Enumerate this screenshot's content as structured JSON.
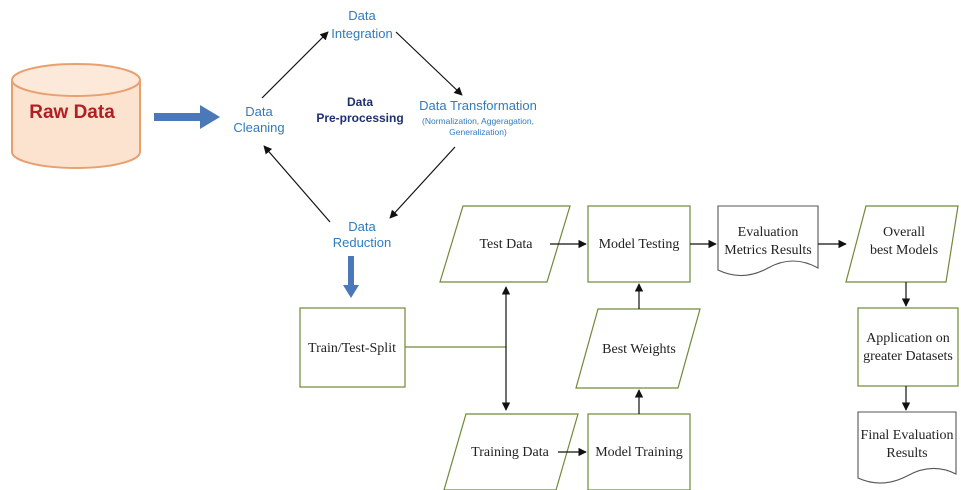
{
  "raw_data": {
    "label": "Raw Data"
  },
  "preprocessing": {
    "center_line1": "Data",
    "center_line2": "Pre-processing",
    "integration": [
      "Data",
      "Integration"
    ],
    "cleaning": [
      "Data",
      "Cleaning"
    ],
    "transformation_title": "Data Transformation",
    "transformation_detail": [
      "(Normalization, Aggeragation,",
      "Generalization)"
    ],
    "reduction": [
      "Data",
      "Reduction"
    ]
  },
  "pipeline": {
    "train_test_split": "Train/Test-Split",
    "test_data": "Test Data",
    "training_data": "Training Data",
    "model_testing": "Model Testing",
    "model_training": "Model Training",
    "best_weights": "Best Weights",
    "evaluation": [
      "Evaluation",
      "Metrics Results"
    ],
    "overall_best": [
      "Overall",
      "best Models"
    ],
    "application": [
      "Application on",
      "greater Datasets"
    ],
    "final_evaluation": [
      "Final Evaluation",
      "Results"
    ]
  },
  "colors": {
    "raw_fill": "#fbe3cf",
    "raw_stroke": "#e8a070",
    "raw_text": "#b01f24",
    "big_arrow": "#4a78b8",
    "stage_text": "#2f7cc0"
  }
}
